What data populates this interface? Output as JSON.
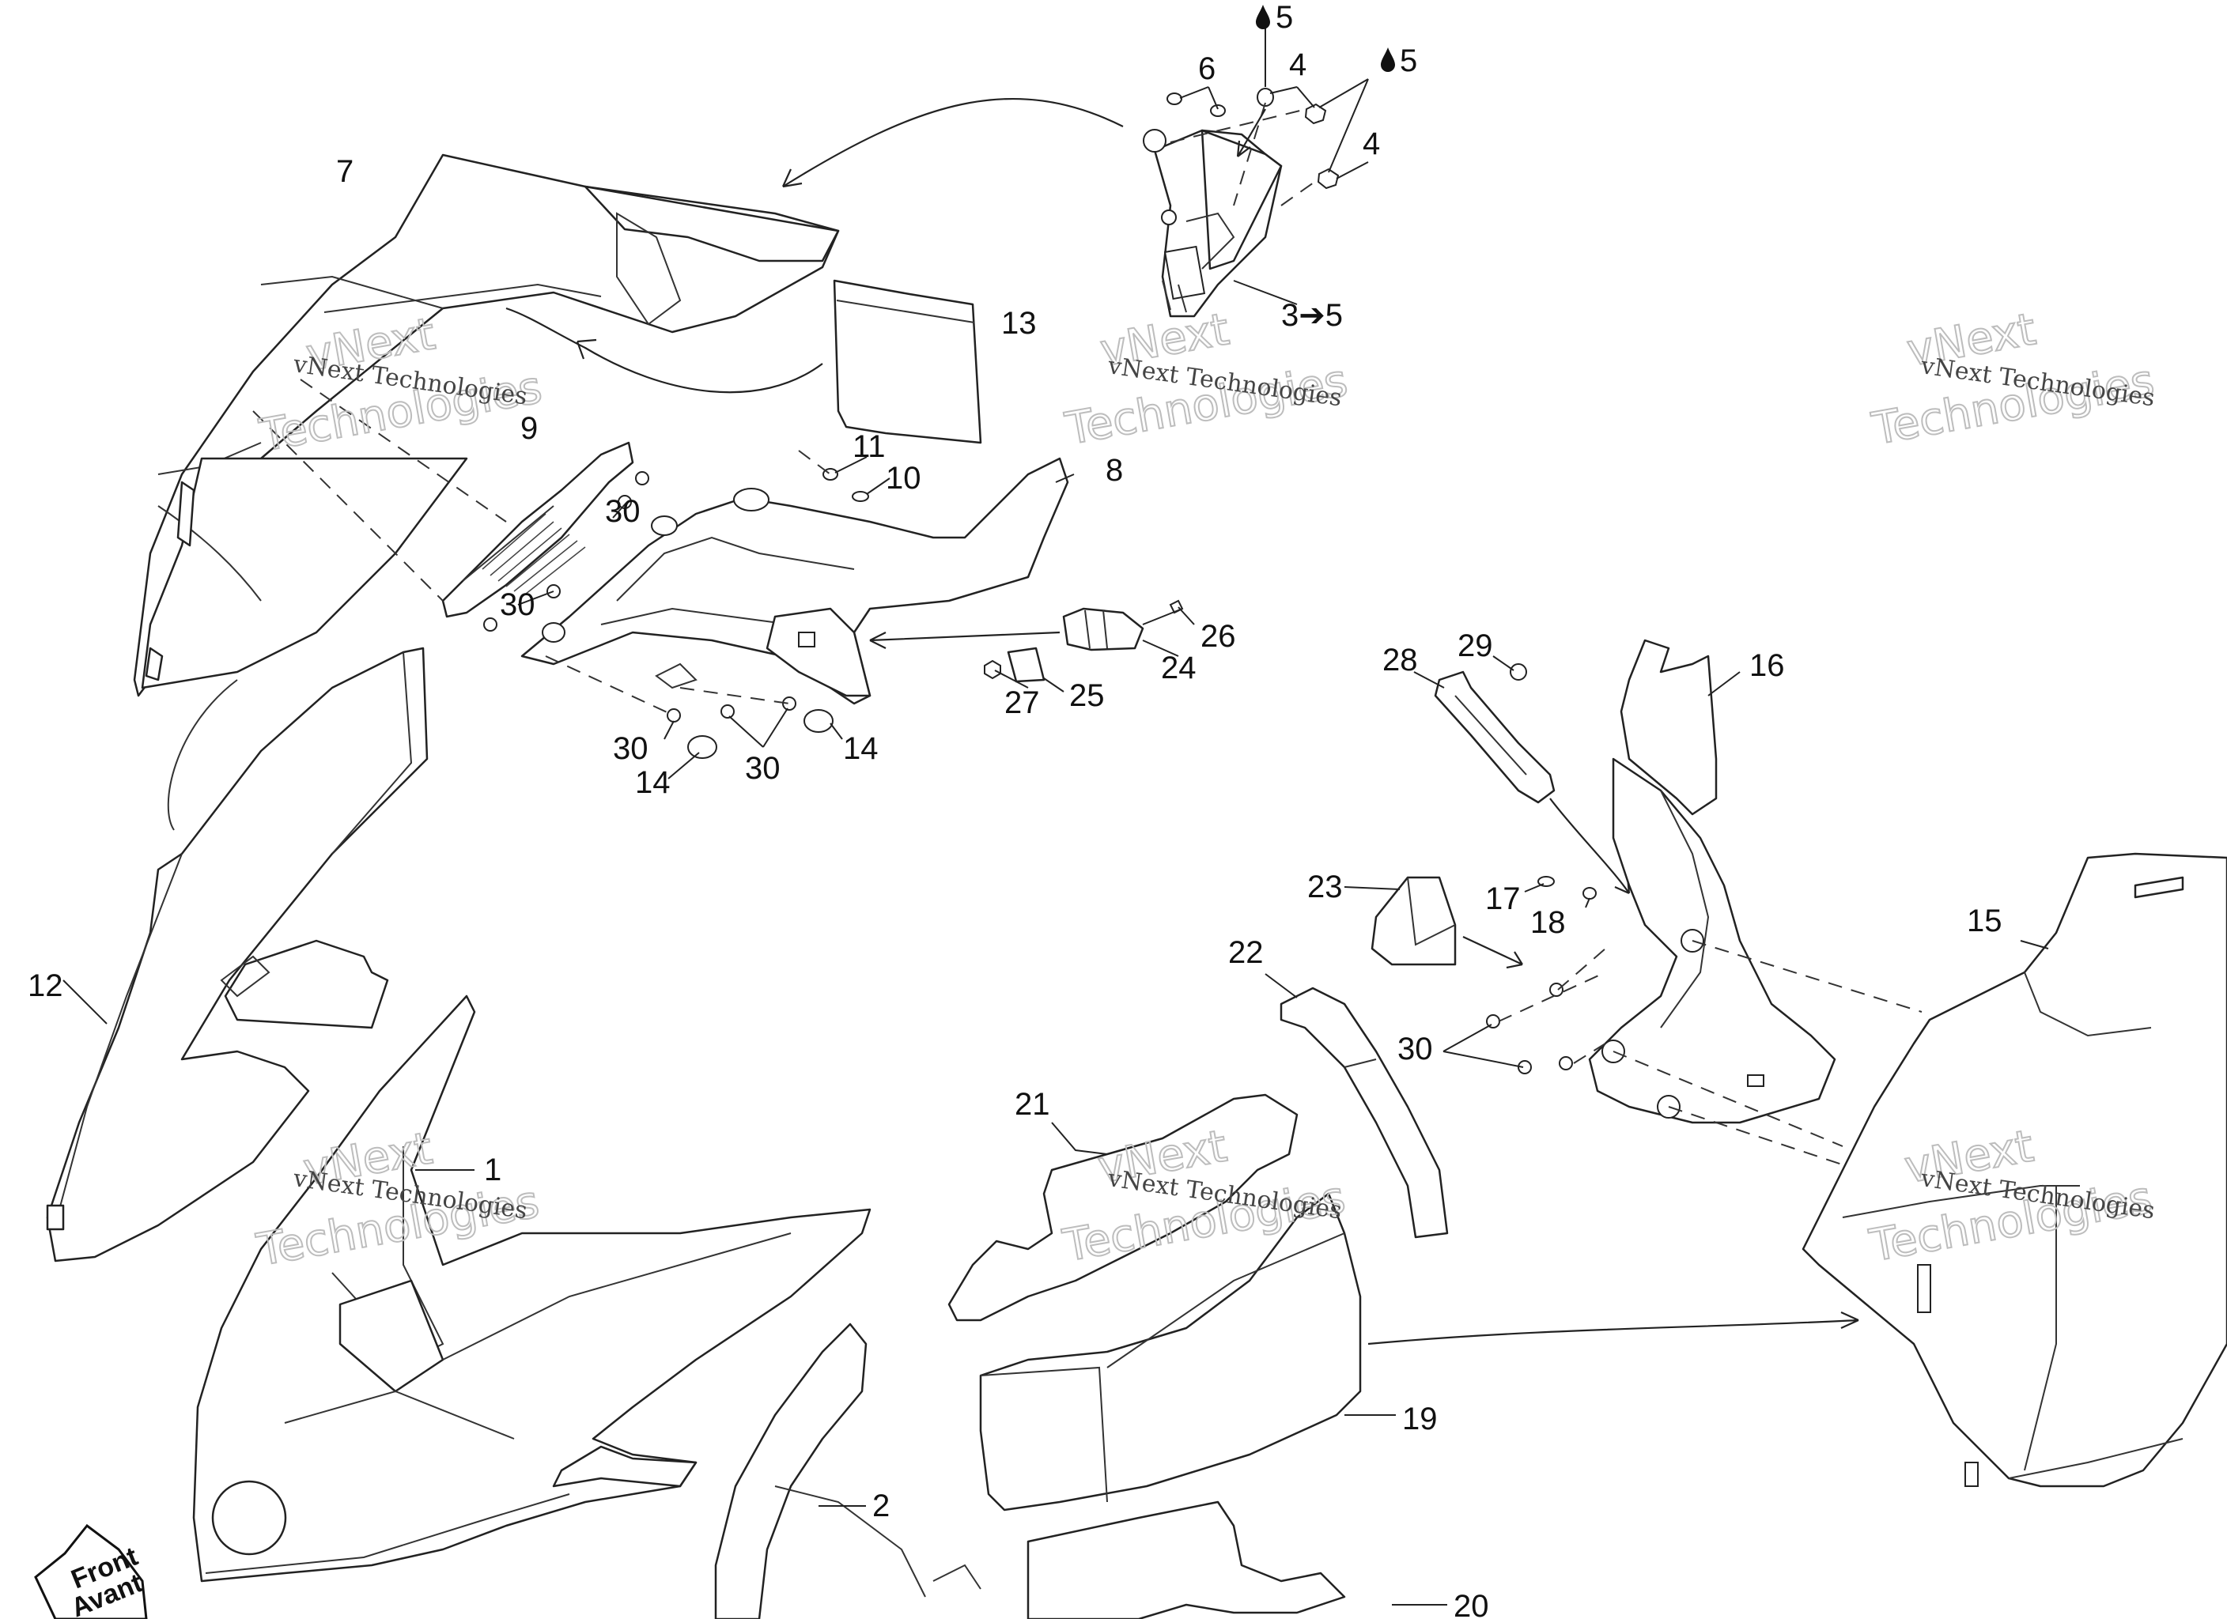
{
  "diagram": {
    "callouts": [
      {
        "id": "c7",
        "text": "7"
      },
      {
        "id": "c6",
        "text": "6"
      },
      {
        "id": "c5a",
        "text": "5"
      },
      {
        "id": "c4a",
        "text": "4"
      },
      {
        "id": "c5b",
        "text": "5"
      },
      {
        "id": "c4b",
        "text": "4"
      },
      {
        "id": "c3to5",
        "text": "3➔5"
      },
      {
        "id": "c13",
        "text": "13"
      },
      {
        "id": "c9",
        "text": "9"
      },
      {
        "id": "c11",
        "text": "11"
      },
      {
        "id": "c10",
        "text": "10"
      },
      {
        "id": "c8",
        "text": "8"
      },
      {
        "id": "c30a",
        "text": "30"
      },
      {
        "id": "c30b",
        "text": "30"
      },
      {
        "id": "c26",
        "text": "26"
      },
      {
        "id": "c24",
        "text": "24"
      },
      {
        "id": "c27",
        "text": "27"
      },
      {
        "id": "c25",
        "text": "25"
      },
      {
        "id": "c30c",
        "text": "30"
      },
      {
        "id": "c14a",
        "text": "14"
      },
      {
        "id": "c30d",
        "text": "30"
      },
      {
        "id": "c14b",
        "text": "14"
      },
      {
        "id": "c28",
        "text": "28"
      },
      {
        "id": "c29",
        "text": "29"
      },
      {
        "id": "c16",
        "text": "16"
      },
      {
        "id": "c23",
        "text": "23"
      },
      {
        "id": "c17",
        "text": "17"
      },
      {
        "id": "c18",
        "text": "18"
      },
      {
        "id": "c15",
        "text": "15"
      },
      {
        "id": "c12",
        "text": "12"
      },
      {
        "id": "c22",
        "text": "22"
      },
      {
        "id": "c30e",
        "text": "30"
      },
      {
        "id": "c21",
        "text": "21"
      },
      {
        "id": "c1",
        "text": "1"
      },
      {
        "id": "c19",
        "text": "19"
      },
      {
        "id": "c2",
        "text": "2"
      },
      {
        "id": "c20",
        "text": "20"
      }
    ],
    "watermark": {
      "line1": "vNext Technologies",
      "line2a": "vNext",
      "line2b": "Technologies"
    },
    "badge": {
      "line1": "Front",
      "line2": "Avant"
    },
    "icons": [
      "oil-drop-icon"
    ]
  }
}
